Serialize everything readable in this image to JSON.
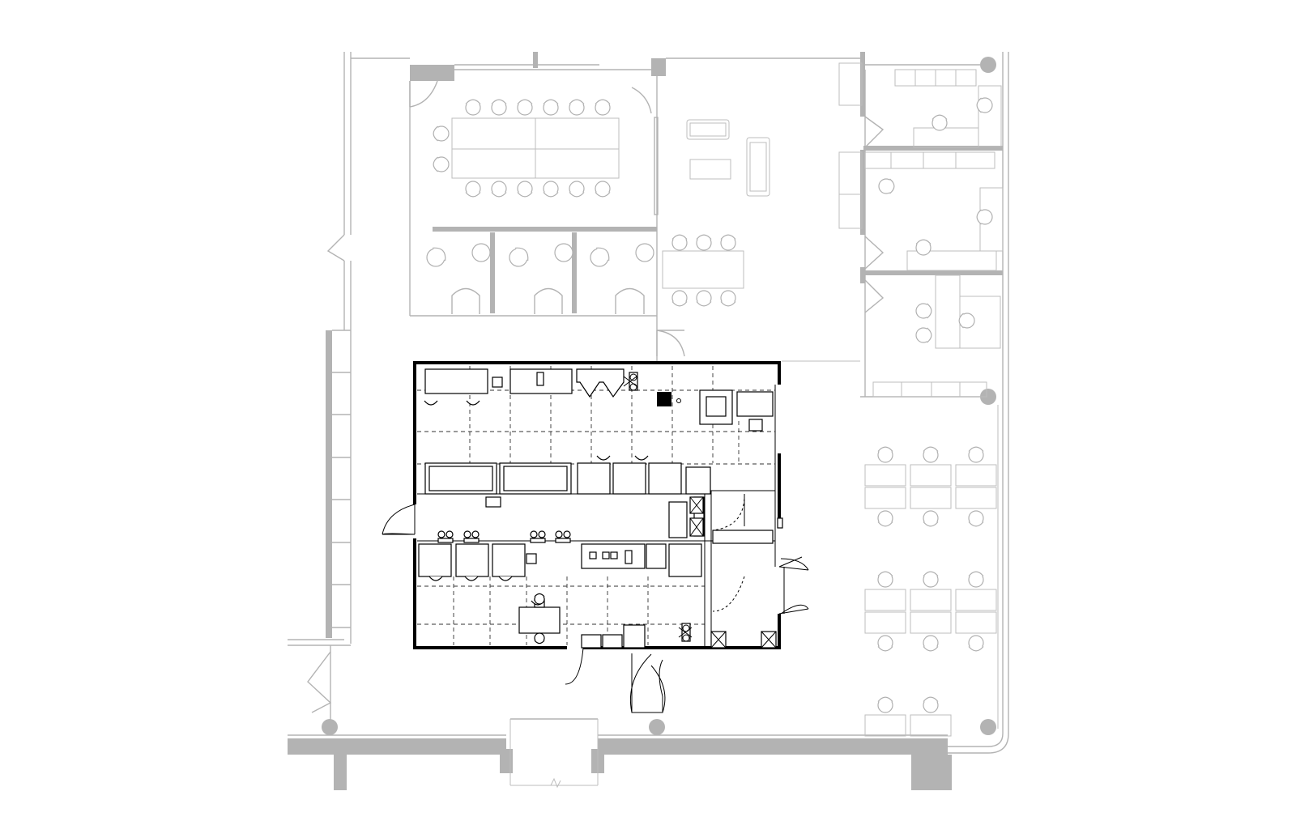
{
  "drawing": {
    "kind": "floor-plan",
    "colors": {
      "context": "#b3b3b3",
      "highlight": "#000000",
      "background": "#ffffff"
    },
    "spaces": [
      {
        "id": "conference-room",
        "furniture": "conference-table",
        "chairs": 14
      },
      {
        "id": "phone-booth",
        "count": 3
      },
      {
        "id": "lounge",
        "furniture": [
          "sofa",
          "coffee-table",
          "sofa"
        ]
      },
      {
        "id": "meeting-table",
        "chairs": 6
      },
      {
        "id": "private-office",
        "count": 3
      },
      {
        "id": "lab-suite",
        "highlighted": true
      },
      {
        "id": "open-workstations",
        "desks": 14
      }
    ],
    "icons": [
      "door-swing-icon",
      "chair-icon",
      "column-icon",
      "sink-icon",
      "cabinet-icon"
    ]
  }
}
